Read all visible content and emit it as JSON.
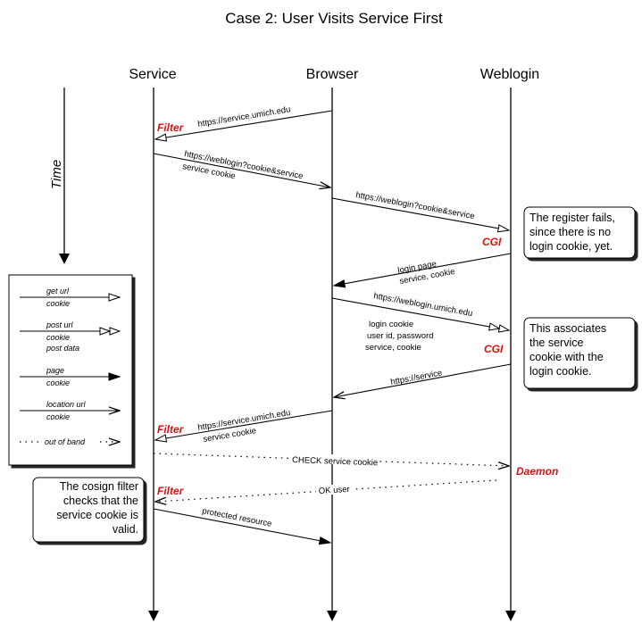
{
  "title": "Case 2: User Visits Service First",
  "columns": {
    "service": "Service",
    "browser": "Browser",
    "weblogin": "Weblogin"
  },
  "time_label": "Time",
  "tags": {
    "filter_1": "Filter",
    "filter_2": "Filter",
    "filter_3": "Filter",
    "cgi_1": "CGI",
    "cgi_2": "CGI",
    "daemon": "Daemon"
  },
  "messages": {
    "m1": "https://service.umich.edu",
    "m2_a": "https://weblogin?cookie&service",
    "m2_b": "service cookie",
    "m3": "https://weblogin?cookie&service",
    "m4_a": "login page",
    "m4_b": "service, cookie",
    "m5": "https://weblogin.umich.edu",
    "m5_a": "login cookie",
    "m5_b": "user id, password",
    "m5_c": "service, cookie",
    "m6": "https://service",
    "m7_a": "https://service.umich.edu",
    "m7_b": "service cookie",
    "m8": "CHECK service cookie",
    "m9": "OK user",
    "m10": "protected resource"
  },
  "notes": {
    "register": [
      "The register fails,",
      "since there is no",
      "login cookie, yet."
    ],
    "associates": [
      "This associates",
      "the service",
      "cookie with the",
      "login cookie."
    ],
    "cosign": [
      "The cosign filter",
      "checks that the",
      "service cookie is",
      "valid."
    ]
  },
  "legend": {
    "get_a": "get url",
    "get_b": "cookie",
    "post_a": "post url",
    "post_b": "cookie",
    "post_c": "post data",
    "page_a": "page",
    "page_b": "cookie",
    "loc_a": "location url",
    "loc_b": "cookie",
    "oob": "out of band"
  }
}
